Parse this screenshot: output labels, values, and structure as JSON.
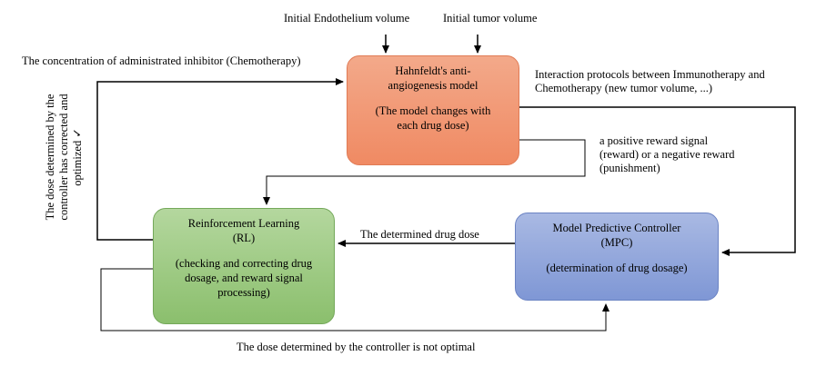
{
  "inputs": {
    "endothelium": "Initial Endothelium volume",
    "tumor": "Initial tumor volume"
  },
  "boxes": {
    "model": {
      "title_line1": "Hahnfeldt's anti-",
      "title_line2": "angiogenesis model",
      "desc_line1": "(The model changes with",
      "desc_line2": "each drug dose)",
      "color": "#f29670"
    },
    "rl": {
      "title_line1": "Reinforcement Learning",
      "title_line2": "(RL)",
      "desc_line1": "(checking and correcting drug",
      "desc_line2": "dosage, and reward signal",
      "desc_line3": "processing)",
      "color": "#9fcb84"
    },
    "mpc": {
      "title_line1": "Model Predictive Controller",
      "title_line2": "(MPC)",
      "desc_line1": "(determination of drug dosage)",
      "color": "#93a8dc"
    }
  },
  "labels": {
    "chemo": "The concentration of administrated inhibitor (Chemotherapy)",
    "interaction_line1": "Interaction protocols between Immunotherapy and",
    "interaction_line2": "Chemotherapy (new tumor volume, ...)",
    "reward_line1": "a positive reward signal",
    "reward_line2": "(reward) or a negative reward",
    "reward_line3": "(punishment)",
    "drug_dose": "The determined drug dose",
    "not_optimal": "The dose determined by the controller is not optimal",
    "optimized_line1": "The dose determined by the",
    "optimized_line2": "controller has corrected and",
    "optimized_line3": "optimized ✓"
  }
}
